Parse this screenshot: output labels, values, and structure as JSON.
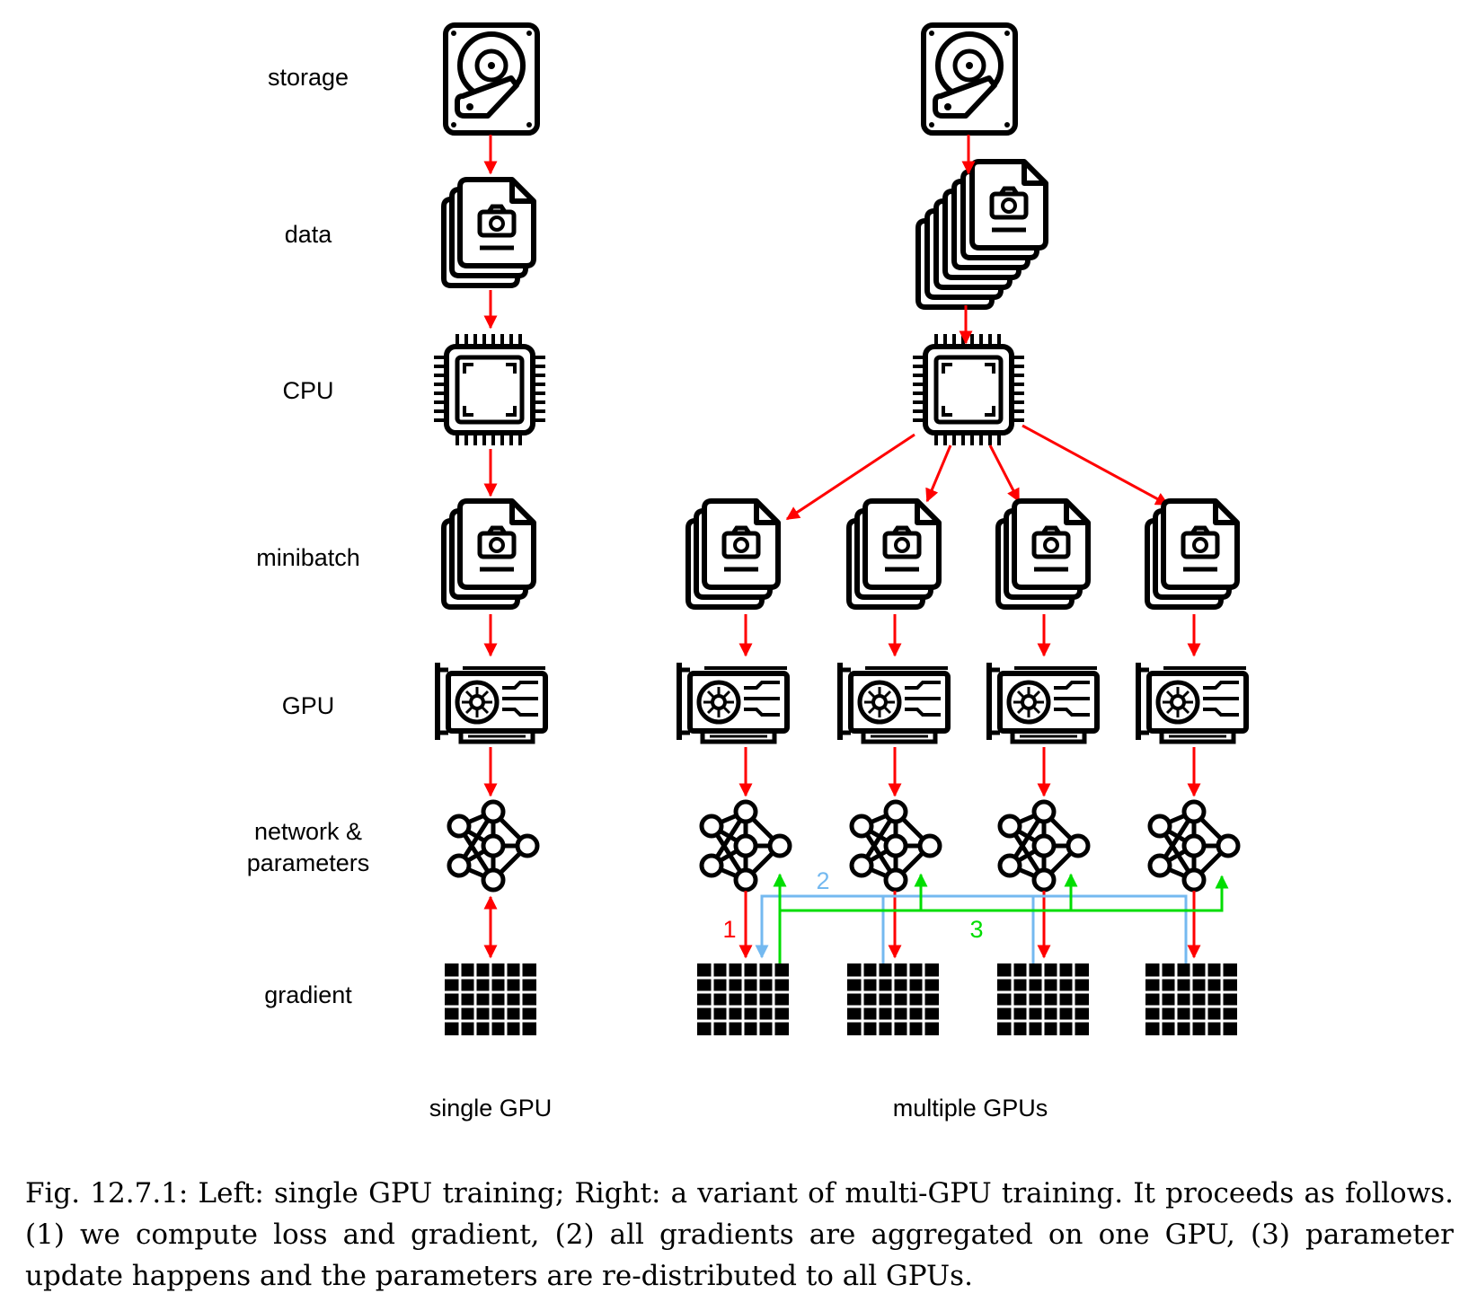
{
  "row_labels": {
    "storage": "storage",
    "data": "data",
    "cpu": "CPU",
    "minibatch": "minibatch",
    "gpu": "GPU",
    "network_line1": "network &",
    "network_line2": "parameters",
    "gradient": "gradient"
  },
  "column_labels": {
    "single": "single GPU",
    "multiple": "multiple GPUs"
  },
  "steps": {
    "step1": "1",
    "step2": "2",
    "step3": "3"
  },
  "colors": {
    "flow_arrow": "#ff0000",
    "aggregate_line": "#74b9f0",
    "update_line": "#00dd00",
    "icon": "#000000"
  },
  "caption": "Fig. 12.7.1: Left: single GPU training; Right: a variant of multi-GPU training. It proceeds as follows. (1) we compute loss and gradient, (2) all gradients are aggregated on one GPU, (3) parameter update happens and the parameters are re-distributed to all GPUs."
}
